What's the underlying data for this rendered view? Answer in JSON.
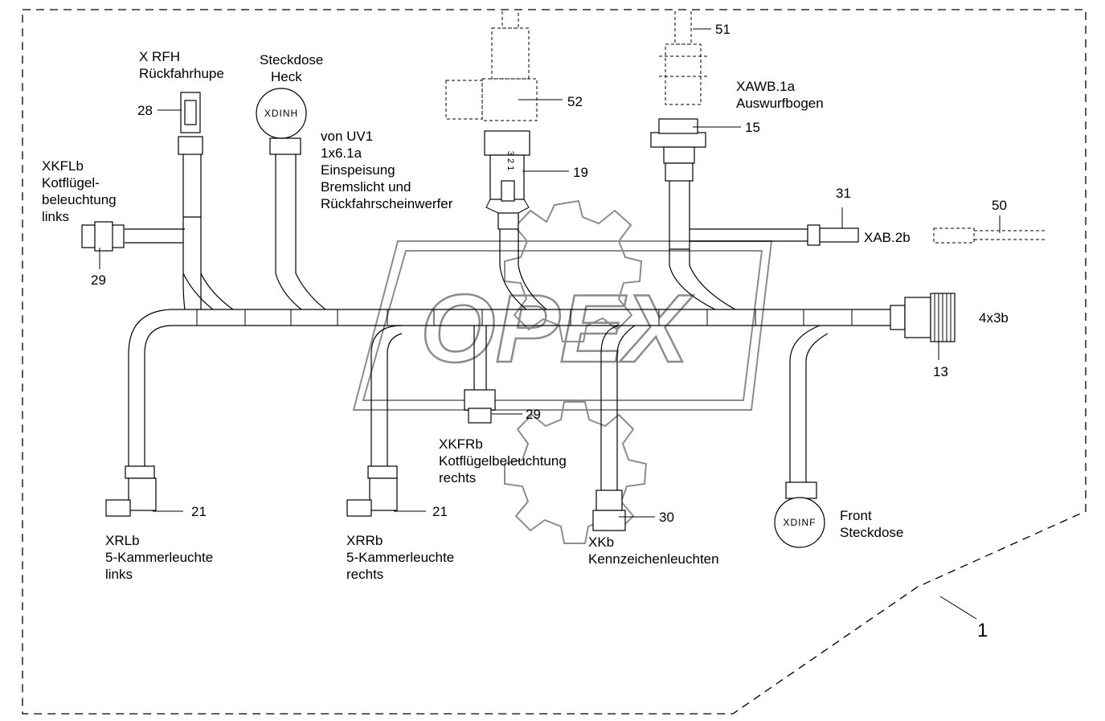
{
  "diagram": {
    "title_number": "1",
    "watermark": "OPEX",
    "labels": {
      "xrfh": [
        "X RFH",
        "Rückfahrhupe"
      ],
      "steckdose_heck": [
        "Steckdose",
        "Heck"
      ],
      "xdinh": "XDINH",
      "von_uv1": [
        "von UV1",
        "1x6.1a",
        "Einspeisung",
        "Bremslicht und",
        "Rückfahrscheinwerfer"
      ],
      "xkflb": [
        "XKFLb",
        "Kotflügel-",
        "beleuchtung",
        "links"
      ],
      "xawb": [
        "XAWB.1a",
        "Auswurfbogen"
      ],
      "xab2b": "XAB.2b",
      "c4x3b": "4x3b",
      "xkfrb": [
        "XKFRb",
        "Kotflügelbeleuchtung",
        "rechts"
      ],
      "xrlb": [
        "XRLb",
        "5-Kammerleuchte",
        "links"
      ],
      "xrrb": [
        "XRRb",
        "5-Kammerleuchte",
        "rechts"
      ],
      "xkb": [
        "XKb",
        "Kennzeichenleuchten"
      ],
      "front": [
        "Front",
        "Steckdose"
      ],
      "xdinf": "XDINF",
      "pin_321": "3 2 1"
    },
    "callouts": {
      "n28": "28",
      "n29_left": "29",
      "n29_mid": "29",
      "n51": "51",
      "n52": "52",
      "n15": "15",
      "n19": "19",
      "n31": "31",
      "n50": "50",
      "n13": "13",
      "n21_left": "21",
      "n21_mid": "21",
      "n30": "30"
    }
  }
}
